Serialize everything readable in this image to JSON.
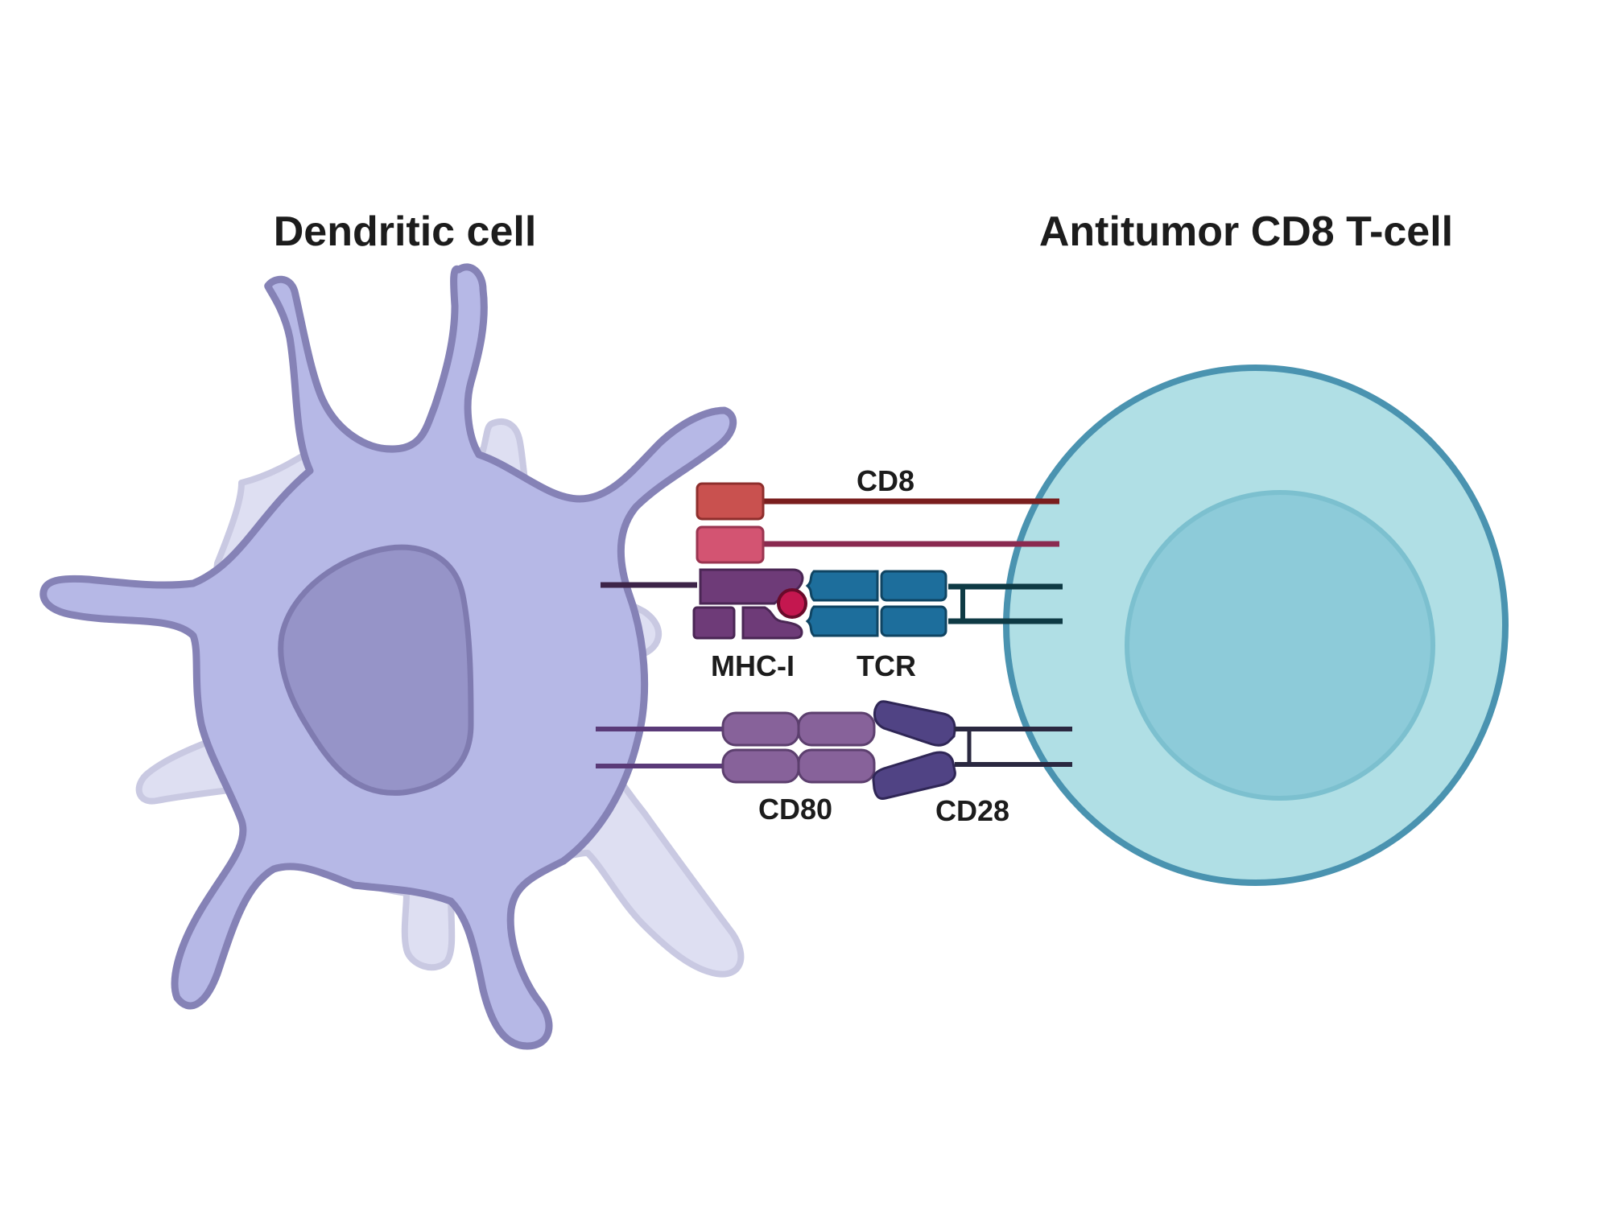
{
  "titles": {
    "left_cell": "Dendritic cell",
    "right_cell": "Antitumor CD8 T-cell"
  },
  "molecules": {
    "cd8": "CD8",
    "mhc1": "MHC-I",
    "tcr": "TCR",
    "cd80": "CD80",
    "cd28": "CD28"
  },
  "colors": {
    "dendritic_body": "#b6b8e6",
    "dendritic_outline": "#8582b6",
    "dendritic_nucleus": "#9694c8",
    "dendritic_shadow": "#dedff2",
    "tcell_body": "#b0dfe5",
    "tcell_outline": "#4a93b0",
    "tcell_nucleus": "#8dcbd9",
    "cd8_alpha": "#c9514f",
    "cd8_beta": "#d35472",
    "mhc": "#6e3b78",
    "peptide": "#c4174f",
    "tcr": "#1d6e9c",
    "cd80": "#87629a",
    "cd28": "#504384"
  }
}
